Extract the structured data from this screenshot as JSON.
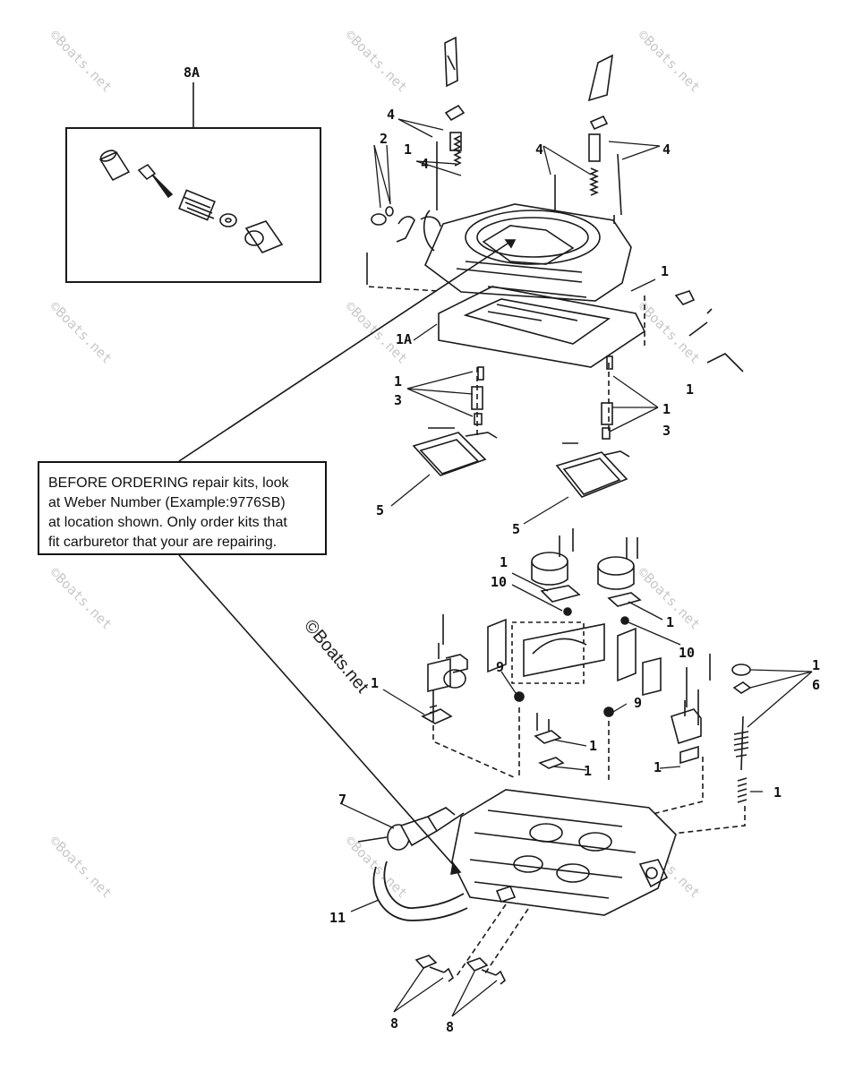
{
  "labels": {
    "kit_8a": "8A",
    "l1": "1",
    "l2": "2",
    "l3": "3",
    "l4": "4",
    "l5": "5",
    "l6": "6",
    "l7": "7",
    "l8": "8",
    "l9": "9",
    "l10": "10",
    "l11": "11",
    "l1a": "1A"
  },
  "note": {
    "line1": "BEFORE ORDERING repair kits, look",
    "line2": "at Weber Number (Example:9776SB)",
    "line3": "at location shown. Only order kits that",
    "line4": "fit carburetor that your are repairing."
  },
  "watermark": "©Boats.net",
  "colors": {
    "ink": "#1a1a1a",
    "watermark": "#c8c8c8",
    "paper": "#ffffff"
  }
}
